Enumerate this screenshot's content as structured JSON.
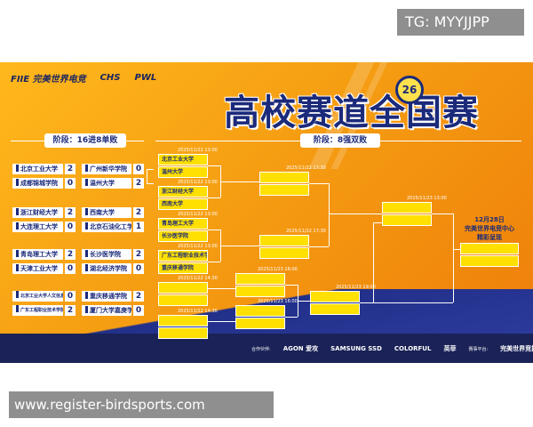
{
  "watermark_top": "TG: MYYJJPP",
  "watermark_bottom": "www.register-birdsports.com",
  "poster": {
    "logos": [
      "FIIE 完美世界电竞",
      "CHS",
      "PWL"
    ],
    "title": "高校赛道全国赛",
    "title_badge": "26",
    "stage_left": "阶段：16进8单败",
    "stage_right": "阶段：8强双败",
    "r16_matches": [
      {
        "a": "北京工业大学",
        "as": "2",
        "b": "广州新华学院",
        "bs": "0"
      },
      {
        "a": "成都锦城学院",
        "as": "0",
        "b": "温州大学",
        "bs": "2"
      },
      {
        "a": "浙江财经大学",
        "as": "2",
        "b": "西南大学",
        "bs": "2"
      },
      {
        "a": "大连理工大学",
        "as": "0",
        "b": "北京石油化工学院",
        "bs": "1"
      },
      {
        "a": "青岛理工大学",
        "as": "2",
        "b": "长沙医学院",
        "bs": "2"
      },
      {
        "a": "天津工业大学",
        "as": "0",
        "b": "湖北经济学院",
        "bs": "0"
      },
      {
        "a": "北京工业大学人文信息学院",
        "as": "0",
        "b": "重庆移通学院",
        "bs": "2"
      },
      {
        "a": "广东工程职业技术学院",
        "as": "2",
        "b": "厦门大学嘉庚学院",
        "bs": "0"
      }
    ],
    "qf_slots": [
      "北京工业大学",
      "温州大学",
      "浙江财经大学",
      "西南大学",
      "青岛理工大学",
      "长沙医学院",
      "广东工程职业技术学院",
      "重庆移通学院"
    ],
    "qf_dates": [
      "2025/11/22 13:00",
      "2025/11/22 13:00",
      "2025/11/22 13:00",
      "2025/11/22 13:00"
    ],
    "semi_dates": [
      "2025/11/22 17:30",
      "2025/11/22 17:30"
    ],
    "upper_final_date": "2025/11/23 13:00",
    "lower_dates": [
      "2025/11/22 14:30",
      "2025/11/22 14:30",
      "2025/11/23 16:00",
      "2025/11/23 16:00",
      "2025/11/23 19:00"
    ],
    "final_text": [
      "12月28日",
      "完美世界电竞中心",
      "精彩呈现"
    ],
    "sponsor_label_1": "合作伙伴:",
    "sponsors": [
      "AGON 爱攻",
      "SAMSUNG SSD",
      "COLORFUL",
      "英菲",
      "完美世界竞技平台"
    ],
    "sponsor_label_2": "赛事平台:"
  }
}
